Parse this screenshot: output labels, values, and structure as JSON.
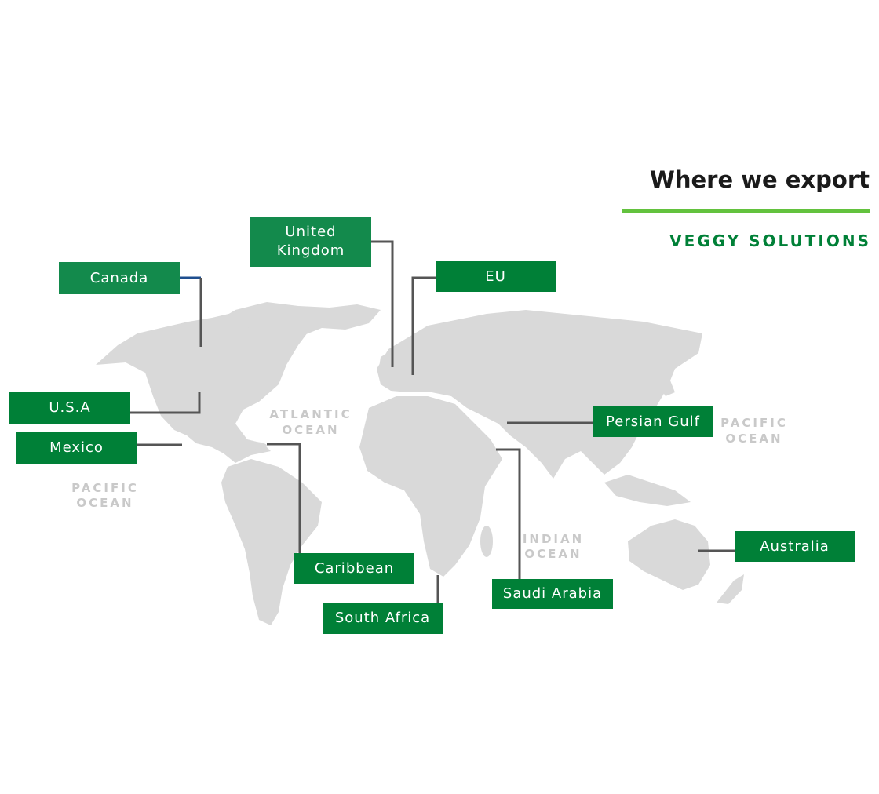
{
  "header": {
    "title": "Where we export",
    "subtitle": "VEGGY SOLUTIONS"
  },
  "colors": {
    "label_bg": "#008037",
    "accent_rule": "#63c23e",
    "land": "#d9d9d9",
    "ocean_text": "#c9c9c9",
    "leader_line": "#555555"
  },
  "oceans": [
    {
      "line1": "ATLANTIC",
      "line2": "OCEAN"
    },
    {
      "line1": "PACIFIC",
      "line2": "OCEAN"
    },
    {
      "line1": "PACIFIC",
      "line2": "OCEAN"
    },
    {
      "line1": "INDIAN",
      "line2": "OCEAN"
    }
  ],
  "regions": [
    {
      "label": "Canada"
    },
    {
      "label": "United\nKingdom"
    },
    {
      "label": "EU"
    },
    {
      "label": "U.S.A"
    },
    {
      "label": "Mexico"
    },
    {
      "label": "Persian Gulf"
    },
    {
      "label": "Caribbean"
    },
    {
      "label": "South Africa"
    },
    {
      "label": "Saudi Arabia"
    },
    {
      "label": "Australia"
    }
  ]
}
